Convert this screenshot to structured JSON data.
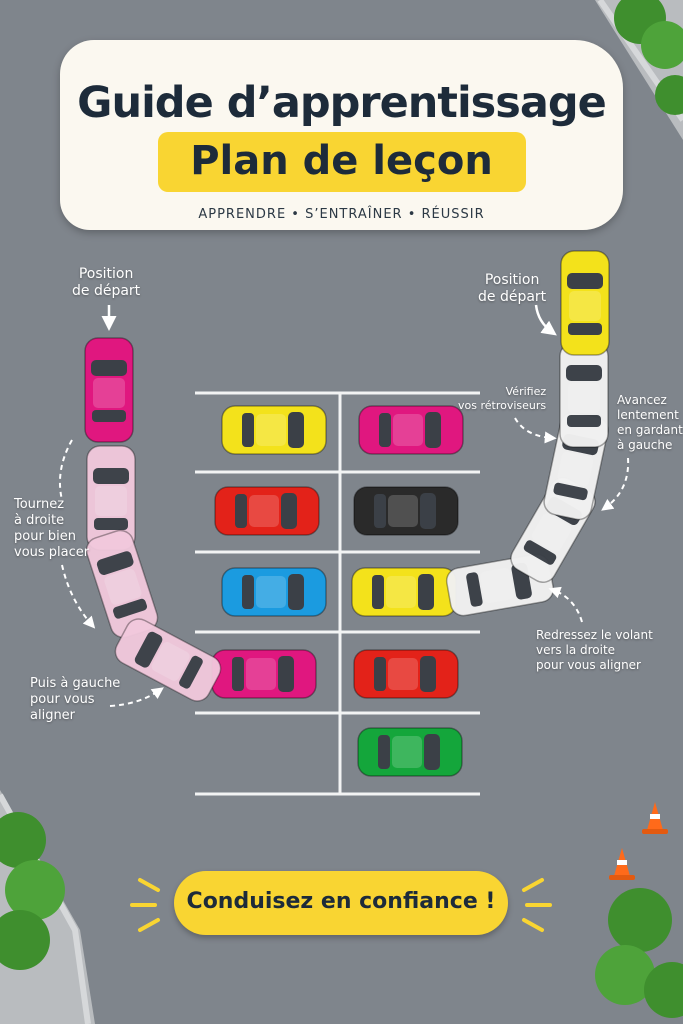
{
  "header": {
    "title": "Guide d’apprentissage",
    "subtitle": "Plan de leçon",
    "tagline": "APPRENDRE • S’ENTRAÎNER • RÉUSSIR"
  },
  "left_path": {
    "start_label": "Position\nde départ",
    "step1": "Tournez\nà droite\npour bien\nvous placer",
    "step2": "Puis à gauche\npour vous\naligner"
  },
  "right_path": {
    "start_label": "Position\nde départ",
    "step1": "Vérifiez\nvos rétroviseurs",
    "step2": "Avancez\nlentement\nen gardant\nà gauche",
    "step3": "Redressez le volant\nvers la droite\npour vous aligner"
  },
  "footer": {
    "slogan": "Conduisez en confiance !"
  },
  "colors": {
    "asphalt": "#7f858c",
    "accent_yellow": "#f9d532",
    "title_ink": "#1d2b3a",
    "car_magenta": "#e0177f",
    "car_yellow": "#f3e21b",
    "car_red": "#e32219",
    "car_black": "#2a2a2a",
    "car_blue": "#1b9be0",
    "car_green": "#14a63b",
    "car_ghost_pink": "#f2c9dd",
    "car_ghost_white": "#f1f1f1",
    "cone_orange": "#ff6a1a"
  },
  "icons": [
    "arrow-down-icon",
    "curved-arrow-icon",
    "traffic-cone-icon",
    "shrub-icon"
  ]
}
